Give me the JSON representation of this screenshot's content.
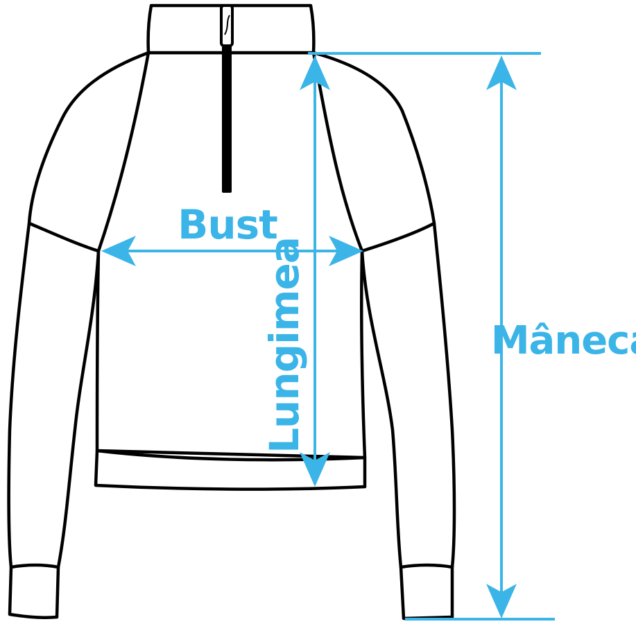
{
  "labels": {
    "bust": "Bust",
    "length": "Lungimea",
    "sleeve": "Mânecă"
  },
  "colors": {
    "outline": "#000000",
    "measure": "#3bb4e8",
    "background": "#ffffff"
  },
  "icons": {
    "garment": "half-zip-sweatshirt-outline",
    "zipper": "zipper-pull-icon"
  }
}
